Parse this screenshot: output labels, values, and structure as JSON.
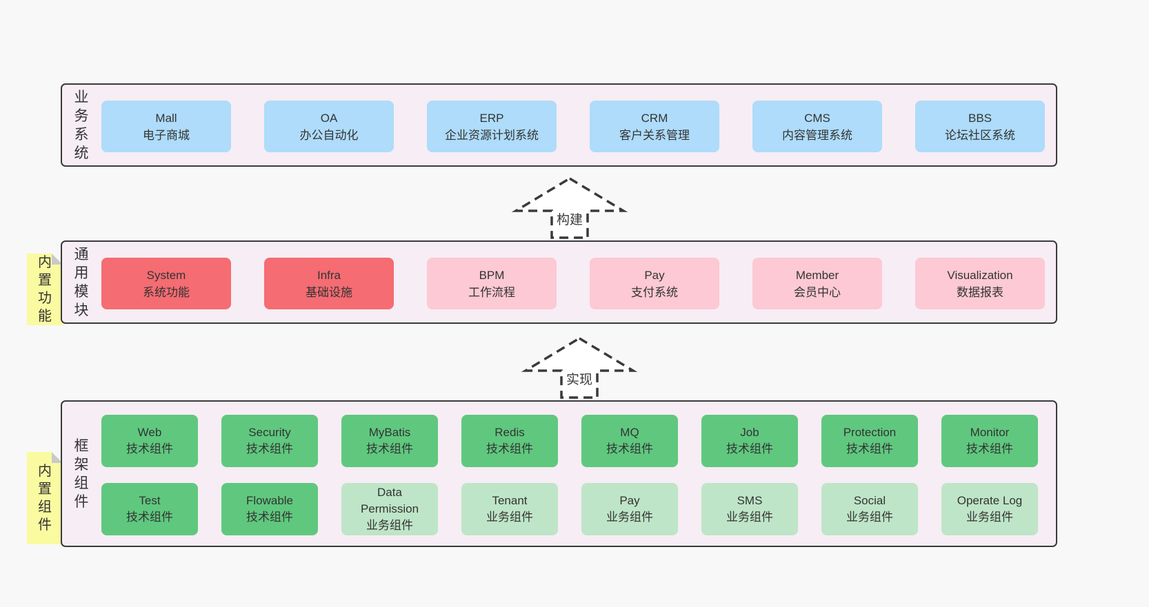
{
  "palette": {
    "page_bg": "#f8f8f8",
    "layer_bg": "#f7edf4",
    "layer_border": "#3a3a3a",
    "blue": "#aedcfa",
    "red": "#f56c72",
    "pink": "#fcc9d4",
    "green": "#5fc87e",
    "light_green": "#bee5c7",
    "yellow": "#fafaa0",
    "fold": "#c9c9c9",
    "text": "#333333"
  },
  "arrows": [
    {
      "label": "构建"
    },
    {
      "label": "实现"
    }
  ],
  "layer1": {
    "label": "业务系统",
    "boxes": [
      {
        "en": "Mall",
        "zh": "电子商城"
      },
      {
        "en": "OA",
        "zh": "办公自动化"
      },
      {
        "en": "ERP",
        "zh": "企业资源计划系统"
      },
      {
        "en": "CRM",
        "zh": "客户关系管理"
      },
      {
        "en": "CMS",
        "zh": "内容管理系统"
      },
      {
        "en": "BBS",
        "zh": "论坛社区系统"
      }
    ]
  },
  "layer2": {
    "label": "通用模块",
    "note": "内置功能",
    "boxes": [
      {
        "en": "System",
        "zh": "系统功能"
      },
      {
        "en": "Infra",
        "zh": "基础设施"
      },
      {
        "en": "BPM",
        "zh": "工作流程"
      },
      {
        "en": "Pay",
        "zh": "支付系统"
      },
      {
        "en": "Member",
        "zh": "会员中心"
      },
      {
        "en": "Visualization",
        "zh": "数据报表"
      }
    ]
  },
  "layer3": {
    "label": "框架组件",
    "note": "内置组件",
    "row1": [
      {
        "en": "Web",
        "zh": "技术组件"
      },
      {
        "en": "Security",
        "zh": "技术组件"
      },
      {
        "en": "MyBatis",
        "zh": "技术组件"
      },
      {
        "en": "Redis",
        "zh": "技术组件"
      },
      {
        "en": "MQ",
        "zh": "技术组件"
      },
      {
        "en": "Job",
        "zh": "技术组件"
      },
      {
        "en": "Protection",
        "zh": "技术组件"
      },
      {
        "en": "Monitor",
        "zh": "技术组件"
      }
    ],
    "row2": [
      {
        "en": "Test",
        "zh": "技术组件"
      },
      {
        "en": "Flowable",
        "zh": "技术组件"
      },
      {
        "en": "Data Permission",
        "zh": "业务组件"
      },
      {
        "en": "Tenant",
        "zh": "业务组件"
      },
      {
        "en": "Pay",
        "zh": "业务组件"
      },
      {
        "en": "SMS",
        "zh": "业务组件"
      },
      {
        "en": "Social",
        "zh": "业务组件"
      },
      {
        "en": "Operate Log",
        "zh": "业务组件"
      }
    ]
  }
}
